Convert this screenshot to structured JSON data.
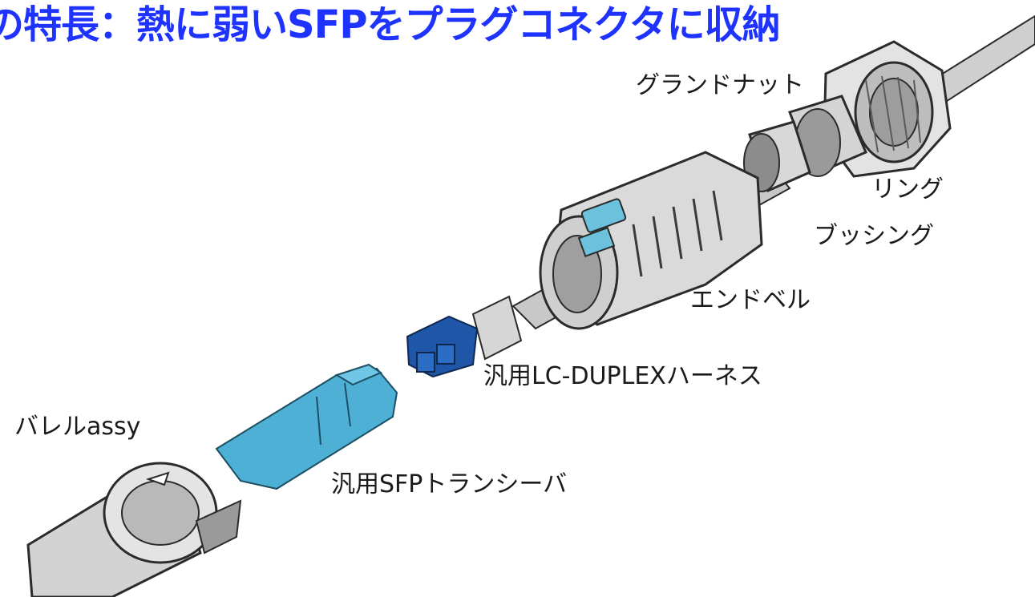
{
  "title": "の特長：熱に弱いSFPをプラグコネクタに収納",
  "labels": {
    "gland_nut": "グランドナット",
    "ring": "リング",
    "bushing": "ブッシング",
    "end_bell": "エンドベル",
    "harness": "汎用LC-DUPLEXハーネス",
    "barrel": "バレルassy",
    "sfp": "汎用SFPトランシーバ"
  },
  "colors": {
    "title": "#1f33ff",
    "part_gray": "#dcdcdc",
    "part_outline": "#2b2b2b",
    "sfp_blue": "#4fb0d6",
    "lc_blue": "#1f56a8"
  }
}
